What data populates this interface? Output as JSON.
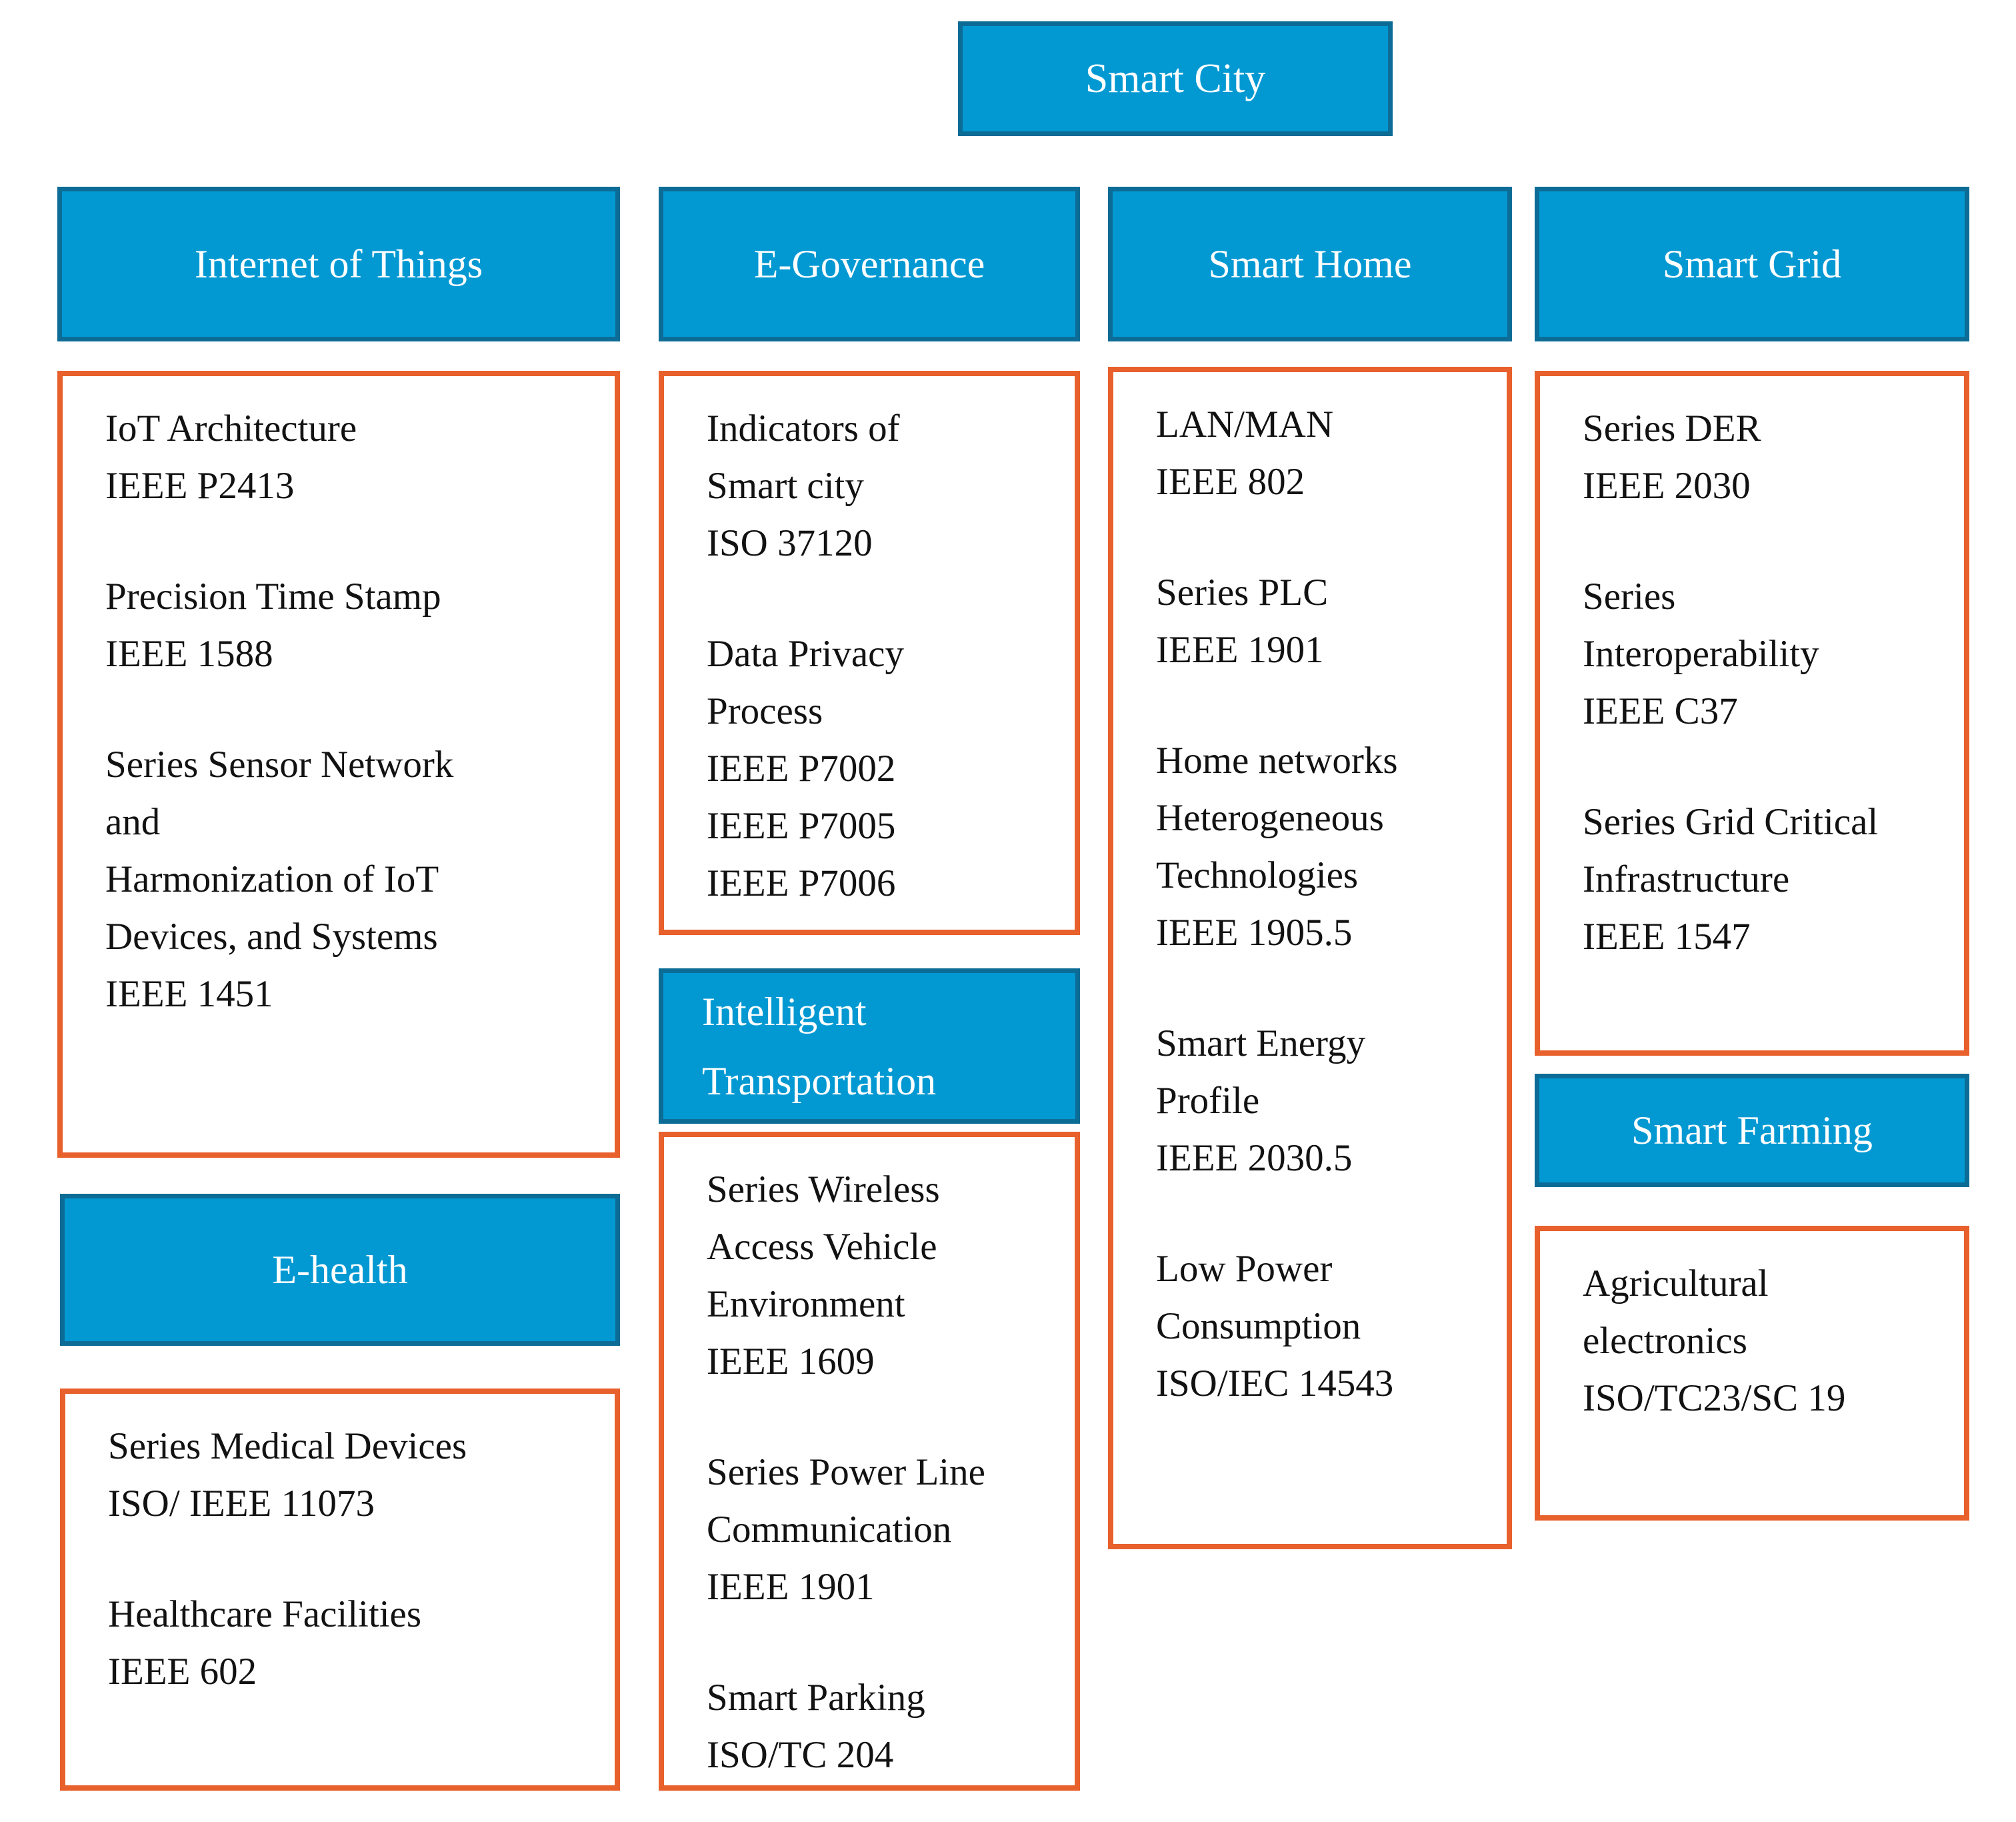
{
  "colors": {
    "header_fill": "#0299d3",
    "header_border": "#0c6c96",
    "header_text": "#ffffff",
    "box_border": "#e8602c",
    "body_text": "#121212"
  },
  "root": {
    "title": "Smart City"
  },
  "groups": {
    "iot": {
      "header": "Internet of Things",
      "entries": [
        "IoT Architecture\nIEEE P2413",
        "Precision Time Stamp\nIEEE 1588",
        "Series Sensor Network\nand\nHarmonization of IoT\nDevices, and Systems\nIEEE 1451"
      ]
    },
    "ehealth": {
      "header": "E-health",
      "entries": [
        "Series Medical Devices\nISO/ IEEE 11073",
        "Healthcare Facilities\nIEEE 602"
      ]
    },
    "egov": {
      "header": "E-Governance",
      "entries": [
        "Indicators of\nSmart city\nISO 37120",
        "Data Privacy\nProcess\nIEEE P7002\nIEEE P7005\nIEEE P7006"
      ]
    },
    "it": {
      "header": "Intelligent\nTransportation",
      "entries": [
        "Series Wireless\nAccess Vehicle\nEnvironment\nIEEE 1609",
        "Series Power Line\nCommunication\nIEEE 1901",
        "Smart Parking\nISO/TC 204"
      ]
    },
    "home": {
      "header": "Smart Home",
      "entries": [
        "LAN/MAN\nIEEE 802",
        "Series PLC\nIEEE 1901",
        "Home networks\nHeterogeneous\nTechnologies\nIEEE 1905.5",
        "Smart Energy\nProfile\nIEEE 2030.5",
        "Low Power\nConsumption\nISO/IEC 14543"
      ]
    },
    "grid": {
      "header": "Smart Grid",
      "entries": [
        "Series DER\nIEEE 2030",
        "Series\nInteroperability\nIEEE C37",
        "Series Grid Critical\nInfrastructure\nIEEE 1547"
      ]
    },
    "farming": {
      "header": "Smart Farming",
      "entries": [
        "Agricultural\nelectronics\nISO/TC23/SC 19"
      ]
    }
  }
}
